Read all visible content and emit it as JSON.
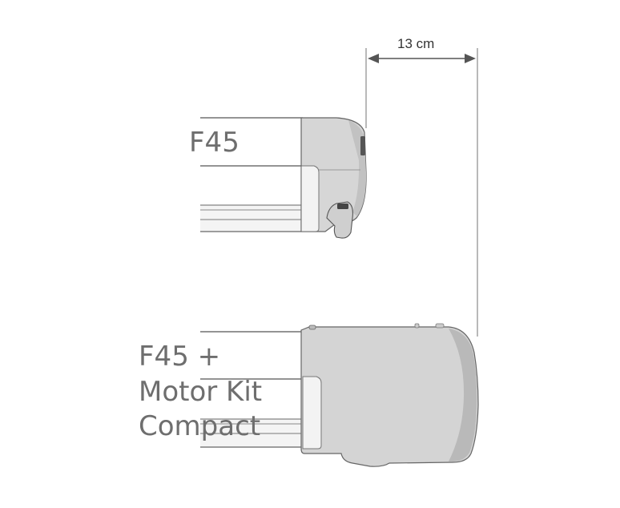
{
  "dimension": {
    "label": "13 cm"
  },
  "awnings": [
    {
      "label_lines": [
        "F45"
      ]
    },
    {
      "label_lines": [
        "F45 +",
        "Motor Kit",
        "Compact"
      ]
    }
  ],
  "colors": {
    "housing_fill": "#d4d4d4",
    "housing_shade": "#bdbdbd",
    "outline": "#6a6a6a",
    "rail_fill": "#f3f3f3",
    "label_text": "#6e6e6e"
  }
}
